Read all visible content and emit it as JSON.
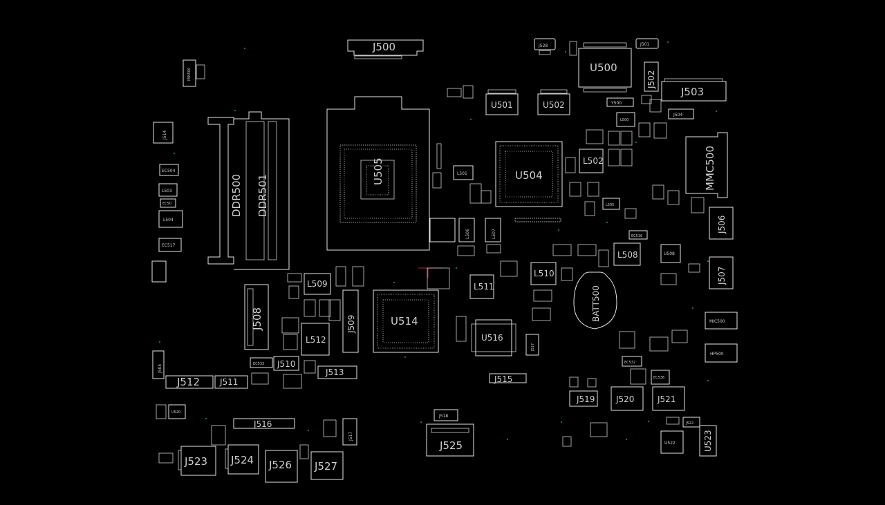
{
  "theme": {
    "background": "#000000",
    "outline": "#e6e6e6",
    "label": "#cfcfcf",
    "accent_dot": "#1fa34a",
    "marker": "#c0264a"
  },
  "labels": {
    "J500": "J500",
    "J528": "J528",
    "J501": "J501",
    "U500": "U500",
    "J502": "J502",
    "J503": "J503",
    "Y500": "Y500",
    "U501": "U501",
    "U502": "U502",
    "J504": "J504",
    "L500": "L500",
    "J514": "J514",
    "EC504": "EC504",
    "L503": "L503",
    "EC50": "EC50",
    "L504": "L504",
    "EC517": "EC517",
    "DDR500": "DDR500",
    "DDR501": "DDR501",
    "U505": "U505",
    "U504": "U504",
    "L502": "L502",
    "L501": "L501",
    "L505": "L505",
    "MMC500": "MMC500",
    "L506": "L506",
    "L507": "L507",
    "J506": "J506",
    "EC516": "EC516",
    "L508": "L508",
    "U508": "U508",
    "J507": "J507",
    "L509": "L509",
    "L510": "L510",
    "L511": "L511",
    "BATT500": "BATT500",
    "J508": "J508",
    "J509": "J509",
    "U514": "U514",
    "L512": "L512",
    "U516": "U516",
    "J517s": "J517",
    "MIC500": "MIC500",
    "HP500": "HP500",
    "J505": "J505",
    "J512": "J512",
    "J511": "J511",
    "J510": "J510",
    "EC533": "EC533",
    "J513": "J513",
    "J515": "J515",
    "EC532": "EC532",
    "EC536": "EC536",
    "J519": "J519",
    "J520": "J520",
    "J521": "J521",
    "J516": "J516",
    "J518": "J518",
    "J517": "J517",
    "J525": "J525",
    "J522": "J522",
    "U522": "U522",
    "U523": "U523",
    "J523": "J523",
    "J524": "J524",
    "J526": "J526",
    "J527": "J527",
    "FAN": "FAN500",
    "U520": "U520"
  }
}
